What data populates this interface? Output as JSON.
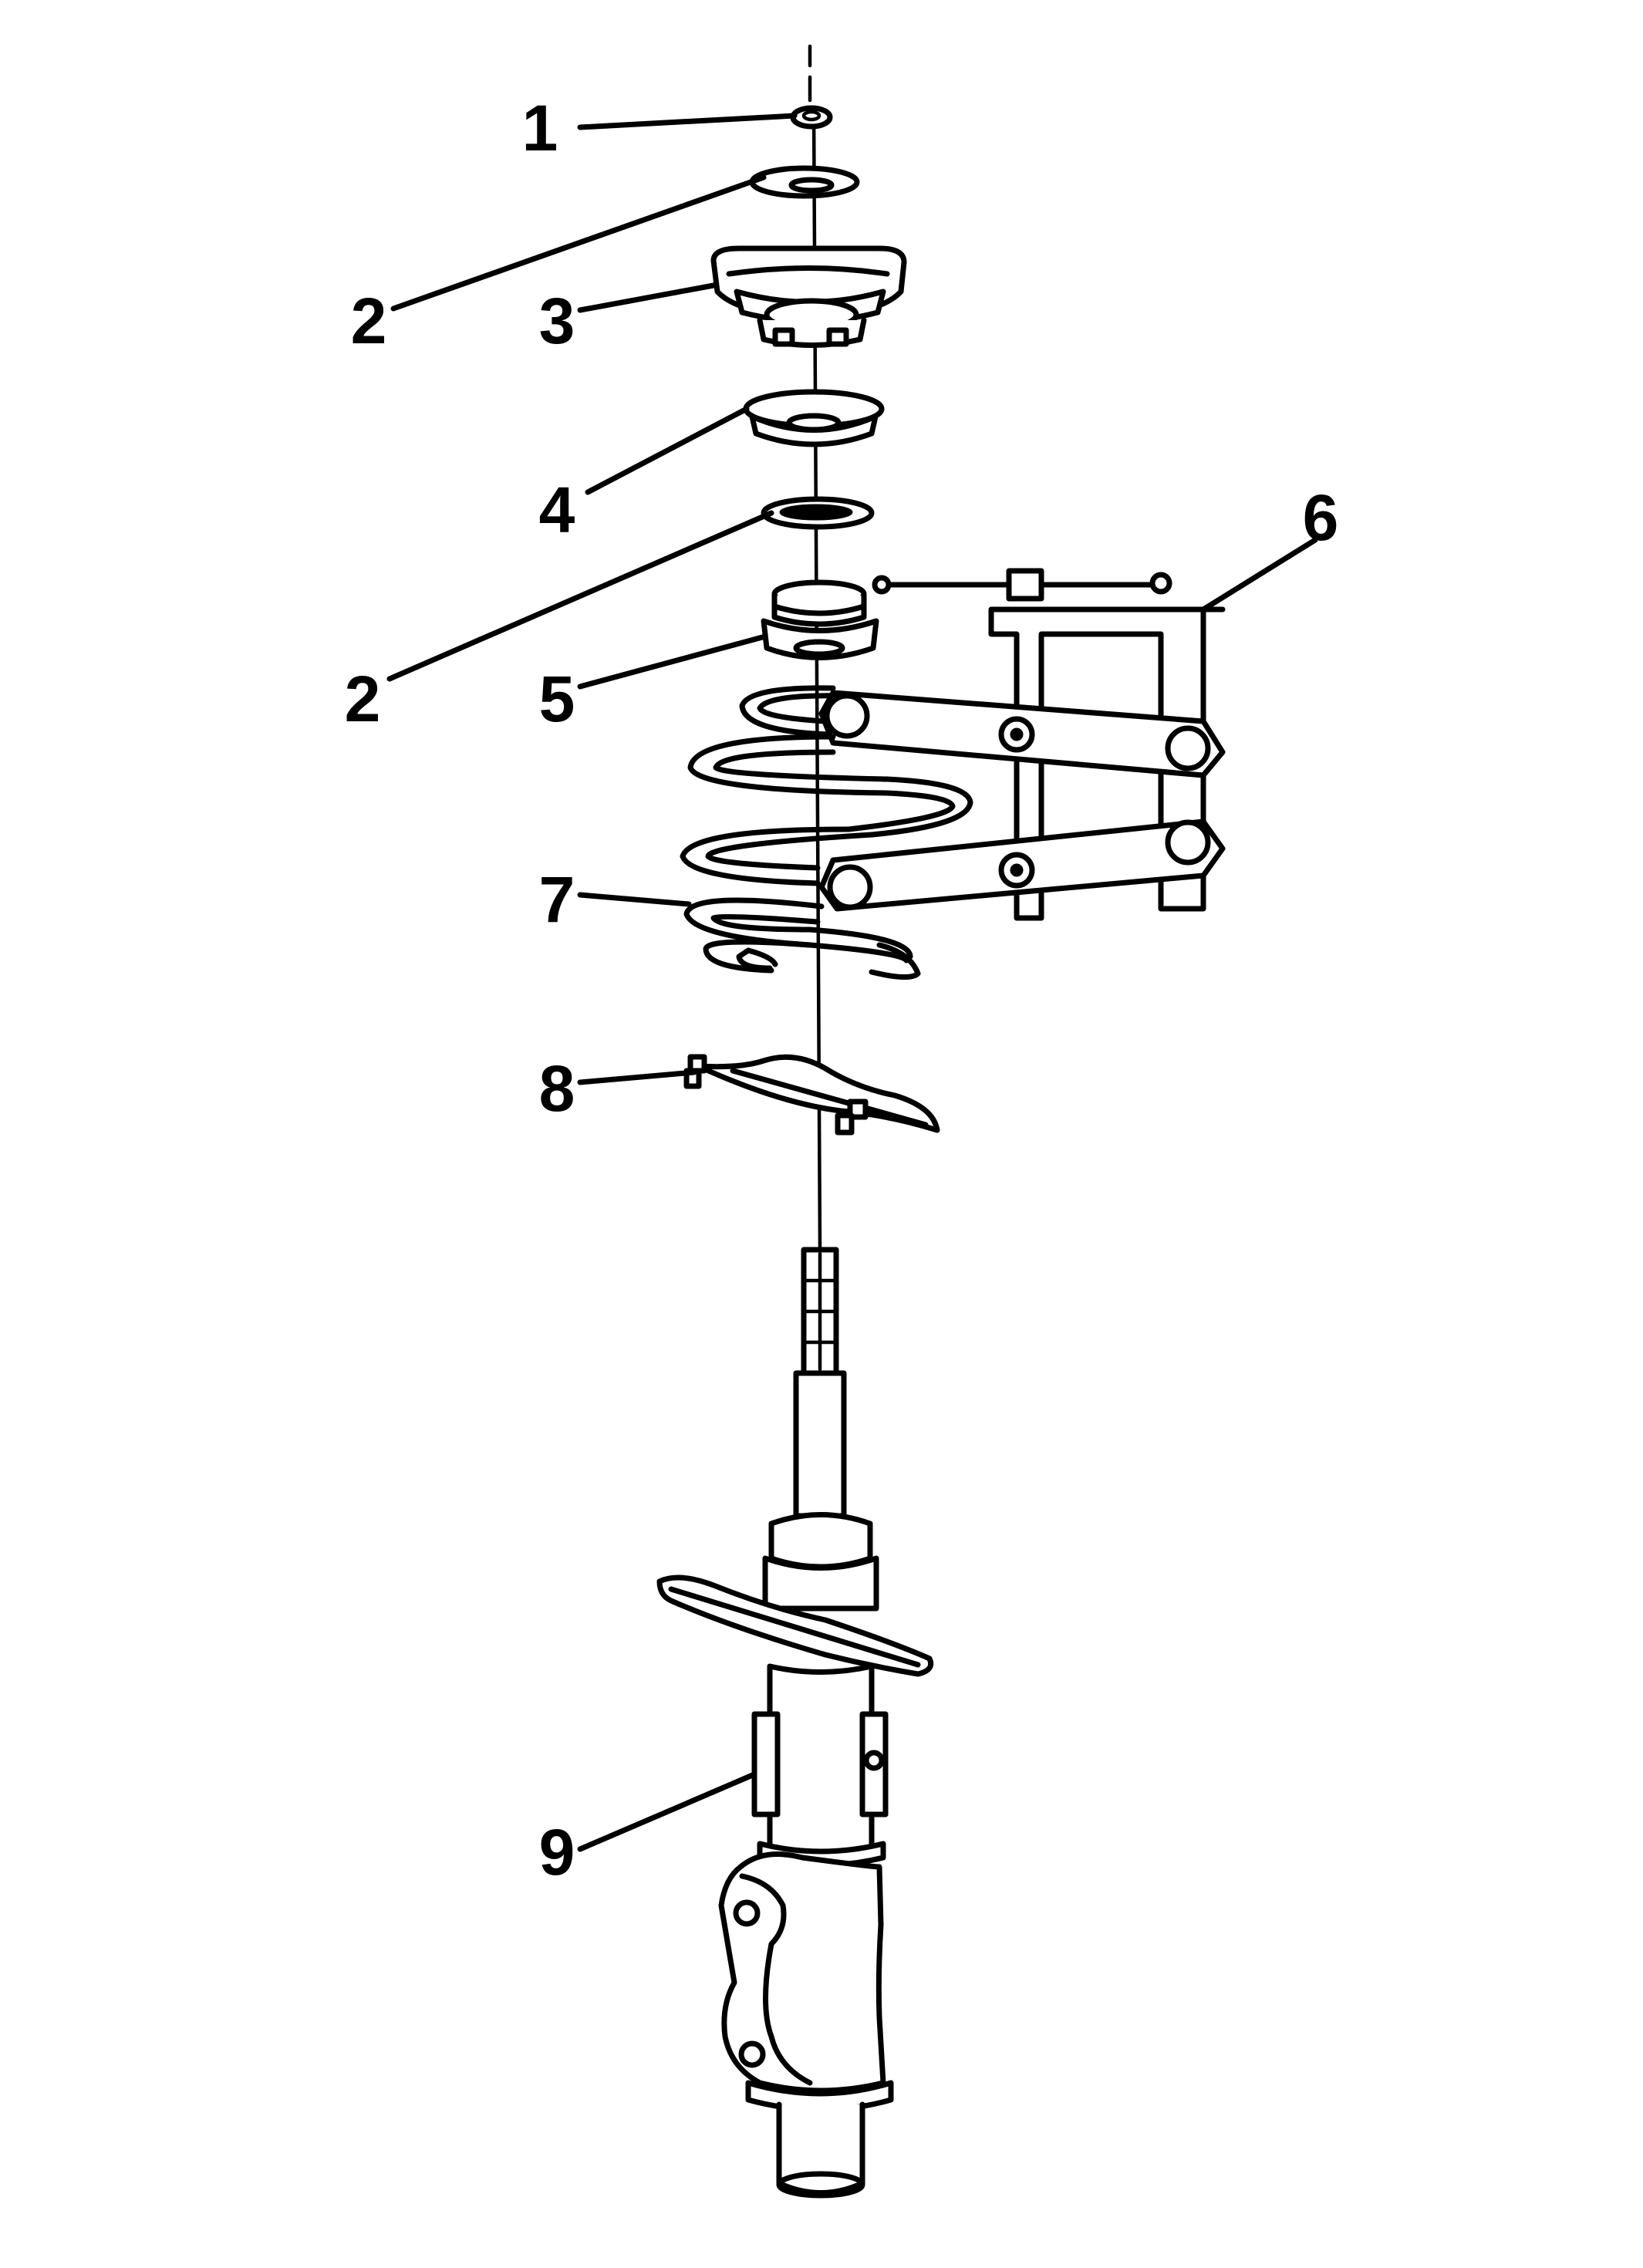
{
  "diagram": {
    "callouts": [
      "1",
      "2",
      "3",
      "4",
      "2",
      "5",
      "6",
      "7",
      "8",
      "9"
    ]
  }
}
